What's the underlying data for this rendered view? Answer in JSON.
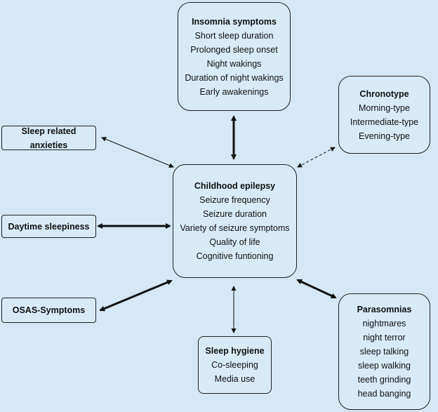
{
  "nodes": {
    "insomnia": {
      "title": "Insomnia symptoms",
      "items": [
        "Short sleep duration",
        "Prolonged sleep onset",
        "Night wakings",
        "Duration of night wakings",
        "Early awakenings"
      ]
    },
    "chronotype": {
      "title": "Chronotype",
      "items": [
        "Morning-type",
        "Intermediate-type",
        "Evening-type"
      ]
    },
    "epilepsy": {
      "title": "Childhood epilepsy",
      "items": [
        "Seizure frequency",
        "Seizure duration",
        "Variety of seizure symptoms",
        "Quality of life",
        "Cognitive funtioning"
      ]
    },
    "parasomnias": {
      "title": "Parasomnias",
      "items": [
        "nightmares",
        "night terror",
        "sleep talking",
        "sleep walking",
        "teeth grinding",
        "head banging"
      ]
    },
    "hygiene": {
      "title": "Sleep hygiene",
      "items": [
        "Co-sleeping",
        "Media use"
      ]
    },
    "anxieties": {
      "title": "Sleep related anxieties"
    },
    "daytime": {
      "title": "Daytime sleepiness"
    },
    "osas": {
      "title": "OSAS-Symptoms"
    }
  },
  "colors": {
    "background": "#d6e8f5",
    "box_fill": "#d9eaf7",
    "stroke": "#111111"
  }
}
